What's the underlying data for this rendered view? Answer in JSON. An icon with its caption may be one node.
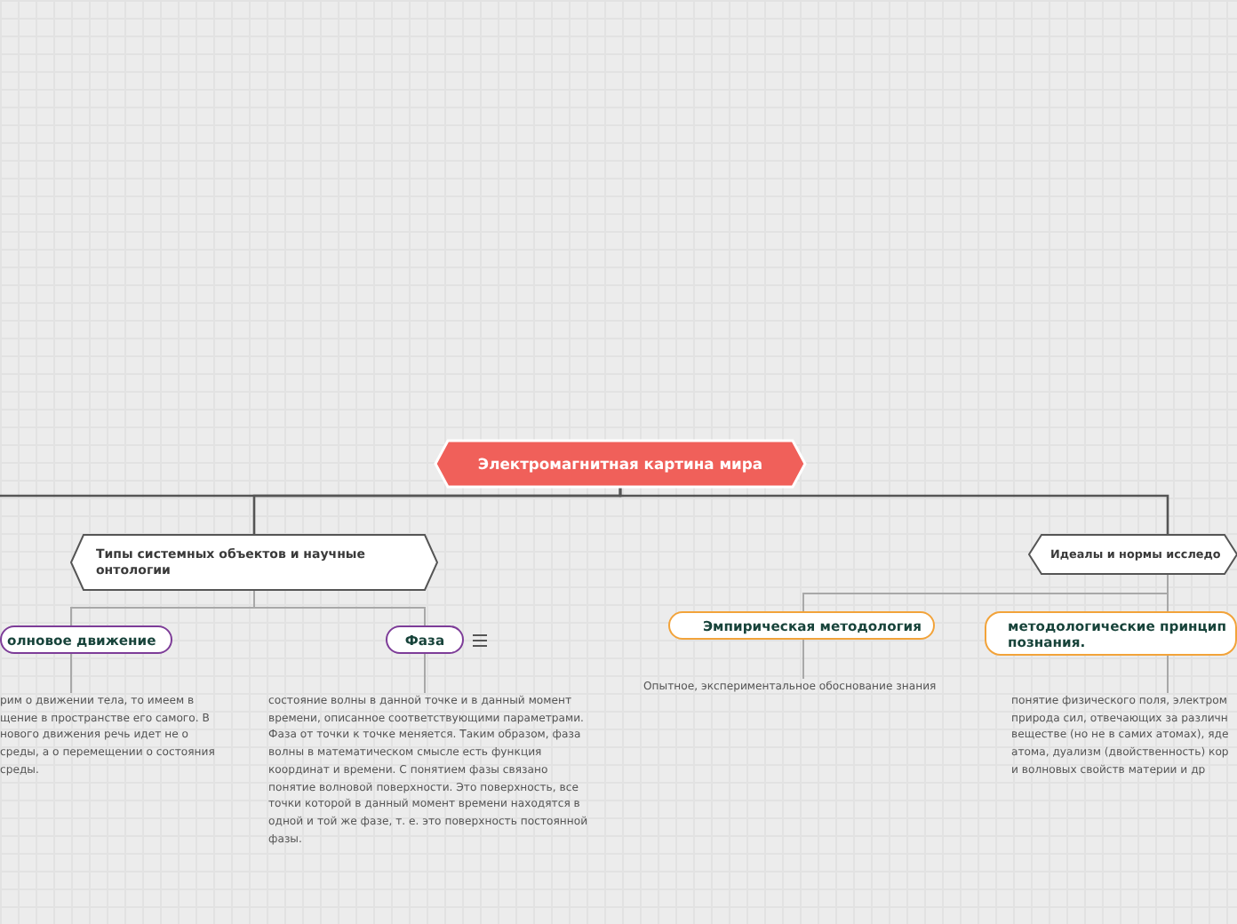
{
  "diagram": {
    "nodes": [
      {
        "text": [
          "Электромагнитная картина мира"
        ]
      },
      {
        "text": [
          "Типы системных объектов и научные онтологии"
        ]
      },
      {
        "text": [
          "Идеалы и нормы исследо"
        ]
      },
      {
        "text": [
          "олновое движение"
        ]
      },
      {
        "text": [
          "Фаза"
        ]
      },
      {
        "text": [
          "рим о движении тела, то имеем в щение в пространстве его самого. В нового движения речь идет не о среды, а о перемещении о состояния среды."
        ]
      },
      {
        "text": [
          "состояние волны в данной точке и в данный момент времени, описанное соответствующими параметрами. Фаза от точки к точке меняется. Таким образом, фаза волны в математическом смысле есть функция координат и времени. С понятием фазы связано понятие волновой поверхности. Это поверхность, все точки которой в данный момент времени находятся в одной и той же фазе, т. е. это поверхность постоянной фазы."
        ]
      },
      {
        "text": [
          "Эмпирическая методология"
        ]
      },
      {
        "text": [
          "методологические принцип познания."
        ]
      },
      {
        "text": [
          "Опытное, экспериментальное обоснование знания"
        ]
      },
      {
        "text": [
          "понятие физического поля, электром природа сил, отвечающих за различн веществе (но не в самих атомах), яде атома, дуализм (двойственность) кор и волновых свойств материи и др"
        ]
      }
    ],
    "edges": [
      {
        "from": 0,
        "to": null,
        "arrow": "none",
        "color": "#555555"
      },
      {
        "from": 0,
        "to": 1,
        "arrow": "none",
        "color": "#555555"
      },
      {
        "from": 0,
        "to": 2,
        "arrow": "none",
        "color": "#555555"
      },
      {
        "from": 1,
        "to": 3,
        "arrow": "none"
      },
      {
        "from": 1,
        "to": 4,
        "arrow": "none"
      },
      {
        "from": 3,
        "to": 5,
        "arrow": "none"
      },
      {
        "from": 4,
        "to": 6,
        "arrow": "none"
      },
      {
        "from": 2,
        "to": 7,
        "arrow": "none"
      },
      {
        "from": 2,
        "to": 8,
        "arrow": "none"
      },
      {
        "from": 7,
        "to": 9,
        "arrow": "none"
      },
      {
        "from": 8,
        "to": 10,
        "arrow": "none"
      }
    ]
  }
}
